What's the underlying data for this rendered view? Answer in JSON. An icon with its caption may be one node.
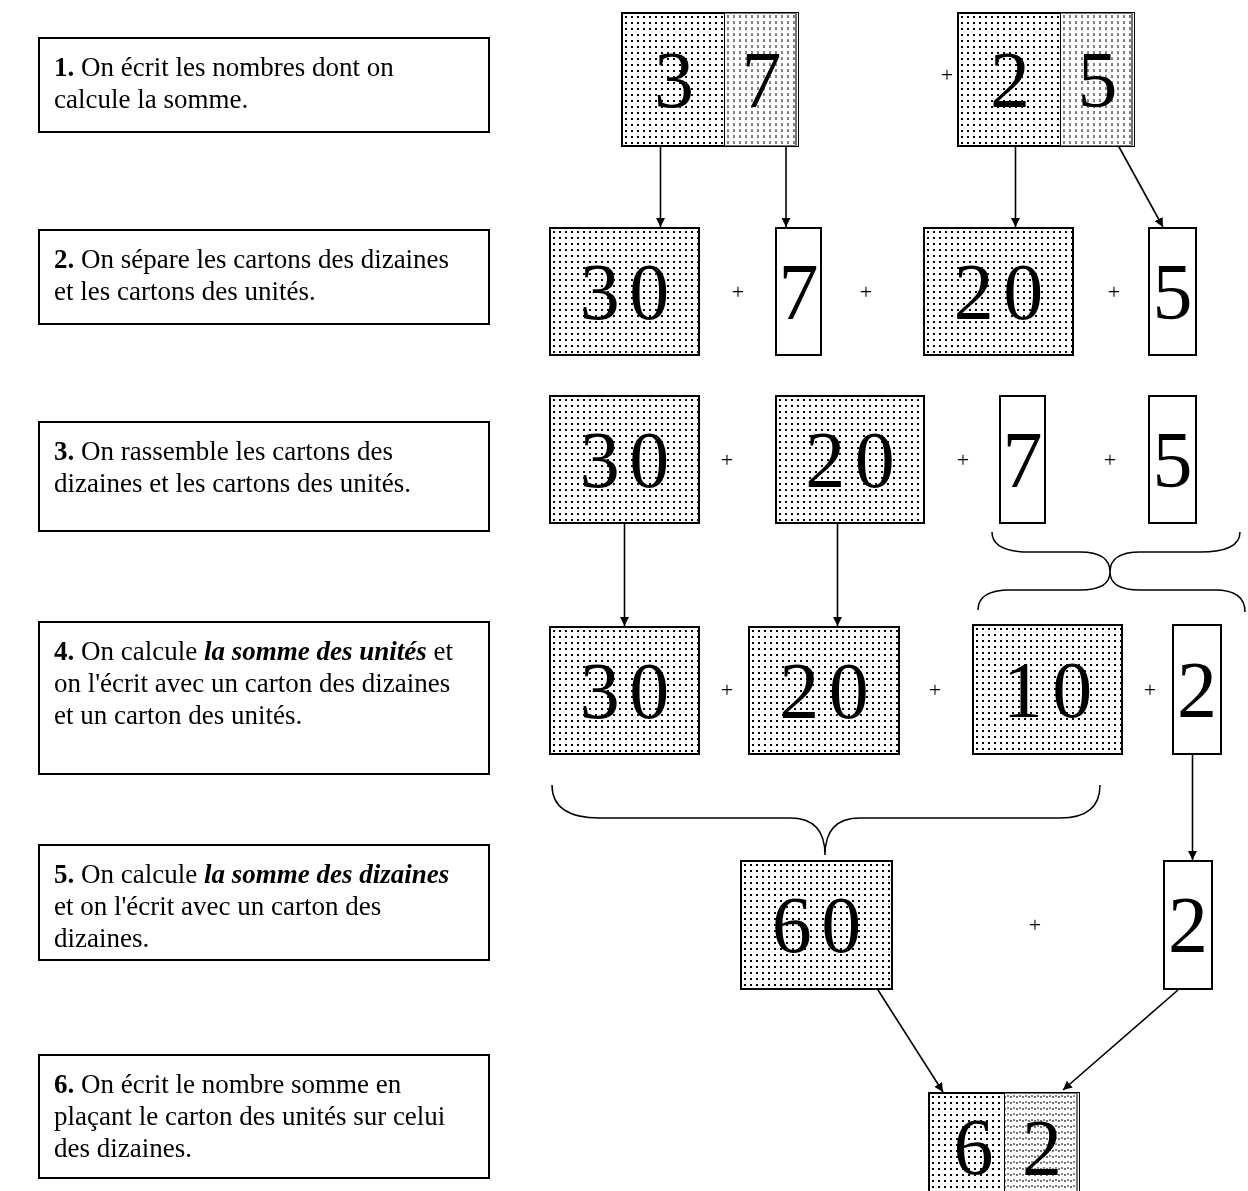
{
  "diagram": {
    "nodes": [
      {
        "text": [
          "**1.** On écrit les nombres dont on calcule la somme."
        ]
      },
      {
        "text": [
          "3"
        ]
      },
      {
        "text": [
          "7"
        ],
        "in": 1
      },
      {
        "text": [
          "2"
        ]
      },
      {
        "text": [
          "5"
        ],
        "in": 3
      },
      {
        "text": [
          "**2.** On sépare les cartons des dizaines et les cartons des unités."
        ]
      },
      {
        "text": [
          "30"
        ]
      },
      {
        "text": [
          "7"
        ]
      },
      {
        "text": [
          "20"
        ]
      },
      {
        "text": [
          "5"
        ]
      },
      {
        "text": [
          "**3.** On rassemble les cartons des dizaines et les cartons des unités."
        ]
      },
      {
        "text": [
          "30"
        ]
      },
      {
        "text": [
          "20"
        ]
      },
      {
        "text": [
          "7"
        ]
      },
      {
        "text": [
          "5"
        ]
      },
      {
        "text": [
          "**4.** On calcule *la somme des unités* et on l'écrit avec un carton des dizaines et un carton des unités."
        ]
      },
      {
        "text": [
          "30"
        ]
      },
      {
        "text": [
          "20"
        ]
      },
      {
        "text": [
          "10"
        ]
      },
      {
        "text": [
          "2"
        ]
      },
      {
        "text": [
          "**5.** On calcule *la somme des dizaines* et on l'écrit avec un carton des dizaines."
        ]
      },
      {
        "text": [
          "60"
        ]
      },
      {
        "text": [
          "2"
        ]
      },
      {
        "text": [
          "**6.** On écrit le nombre somme en plaçant le carton des unités sur celui des dizaines."
        ]
      },
      {
        "text": [
          "6"
        ]
      },
      {
        "text": [
          "2"
        ],
        "in": 24
      }
    ],
    "edges": [
      {
        "from": 1,
        "to": 6,
        "arrow": "to"
      },
      {
        "from": 2,
        "to": 7,
        "arrow": "to"
      },
      {
        "from": 3,
        "to": 8,
        "arrow": "to"
      },
      {
        "from": 4,
        "to": 9,
        "arrow": "to"
      },
      {
        "from": 11,
        "to": 16,
        "arrow": "to"
      },
      {
        "from": 12,
        "to": 17,
        "arrow": "to"
      },
      {
        "from": 19,
        "to": 22,
        "arrow": "to"
      },
      {
        "from": 21,
        "to": 24,
        "arrow": "to"
      },
      {
        "from": 22,
        "to": 25,
        "arrow": "to"
      }
    ],
    "labels": [
      "+",
      "+",
      "+",
      "+",
      "+",
      "+",
      "+",
      "+",
      "+",
      "+",
      "+"
    ]
  }
}
